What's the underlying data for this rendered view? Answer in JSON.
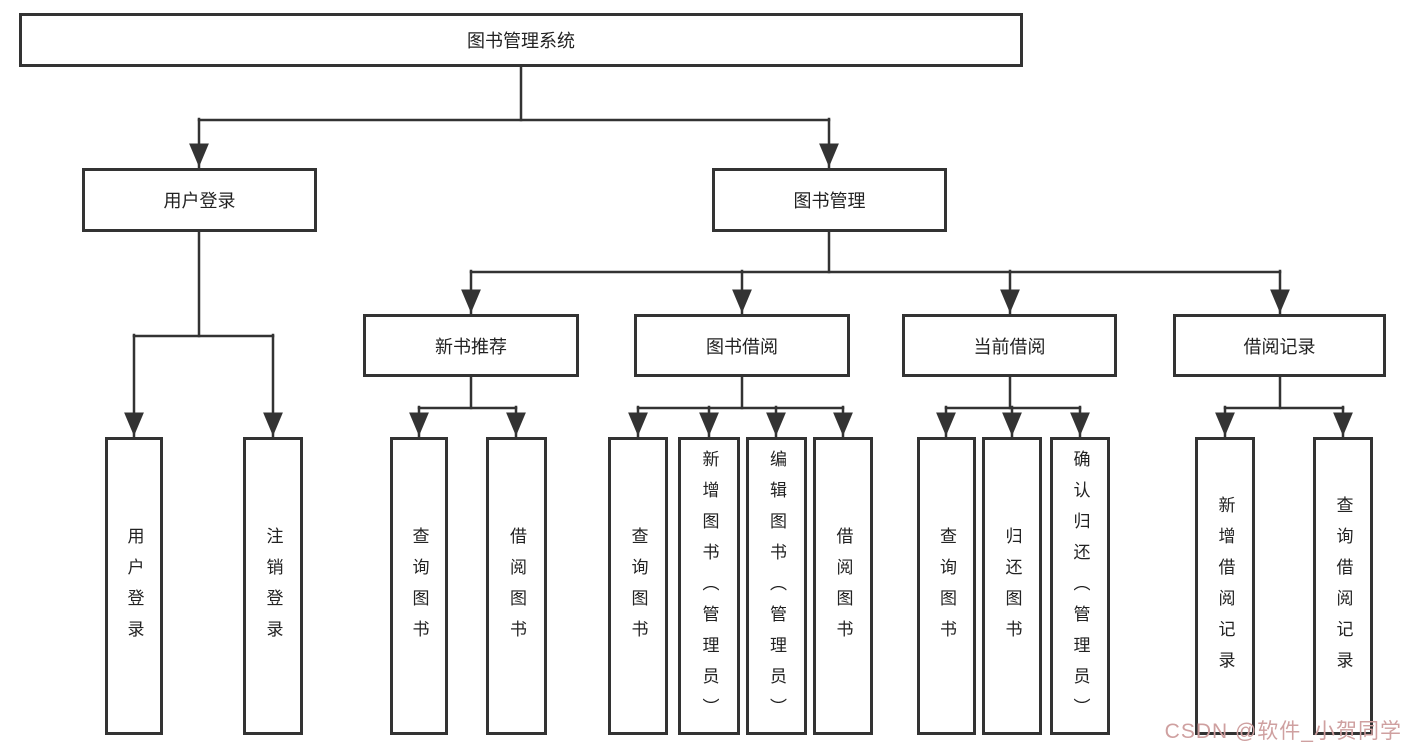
{
  "diagram": {
    "root": {
      "label": "图书管理系统"
    },
    "level2": [
      {
        "label": "用户登录"
      },
      {
        "label": "图书管理"
      }
    ],
    "level3": [
      {
        "label": "新书推荐"
      },
      {
        "label": "图书借阅"
      },
      {
        "label": "当前借阅"
      },
      {
        "label": "借阅记录"
      }
    ],
    "leaves": [
      {
        "label": "用户登录"
      },
      {
        "label": "注销登录"
      },
      {
        "label": "查询图书"
      },
      {
        "label": "借阅图书"
      },
      {
        "label": "查询图书"
      },
      {
        "label": "新增图书（管理员）"
      },
      {
        "label": "编辑图书（管理员）"
      },
      {
        "label": "借阅图书"
      },
      {
        "label": "查询图书"
      },
      {
        "label": "归还图书"
      },
      {
        "label": "确认归还（管理员）"
      },
      {
        "label": "新增借阅记录"
      },
      {
        "label": "查询借阅记录"
      }
    ]
  },
  "watermark": {
    "text": "CSDN @软件_小贺同学"
  },
  "colors": {
    "line": "#333333",
    "box_border": "#333333",
    "watermark": "#cfa0a0"
  }
}
